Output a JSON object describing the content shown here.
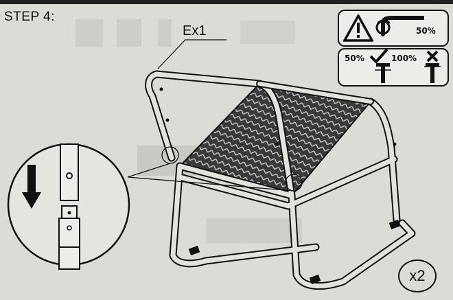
{
  "step": {
    "label": "STEP 4:"
  },
  "part": {
    "label": "Ex1"
  },
  "quantity": {
    "label": "x2"
  },
  "warning": {
    "tighten_percent": "50%",
    "ok_percent": "50%",
    "not_ok_percent": "100%"
  },
  "colors": {
    "ink": "#111111",
    "paper": "#dddbd6",
    "mesh": "#2a2a2a"
  }
}
